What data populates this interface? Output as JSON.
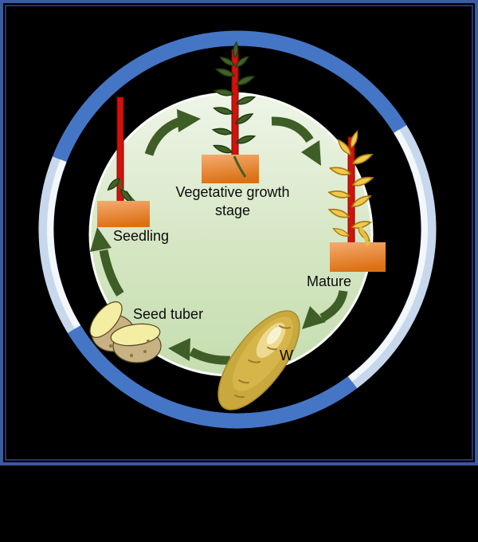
{
  "diagram": {
    "type": "life-cycle",
    "subject": "potato plant growth cycle",
    "stages": [
      {
        "name": "seed-tuber",
        "label": "Seed tuber"
      },
      {
        "name": "seedling",
        "label": "Seedling"
      },
      {
        "name": "vegetative",
        "label_line1": "Vegetative growth",
        "label_line2": "stage"
      },
      {
        "name": "mature",
        "label": "Mature"
      },
      {
        "name": "ware-tuber",
        "label": "W"
      }
    ],
    "arrow_count": 5,
    "direction": "clockwise"
  },
  "colors": {
    "background": "#000000",
    "frame_outer_border": "#3a5b9c",
    "frame_inner_border": "#283272",
    "ring_blue": "#4576c6",
    "ring_pale": "#c7d8ec",
    "ring_pale_highlight": "#f2f7fc",
    "circle_fill_top": "#edf4e6",
    "circle_fill_bottom": "#c6deb0",
    "circle_outline": "#fafcf7",
    "arrow_green": "#3f5e27",
    "stem_red": "#d2120c",
    "leaf_green": "#3f6226",
    "leaf_gold": "#f1c94f",
    "soil_top": "#f4ac72",
    "soil_bottom": "#dc7114",
    "potato_skin": "#c8b183",
    "potato_cut_face": "#f4eda4",
    "ware_potato": "#c9a83e",
    "label_text": "#0b0b0b"
  }
}
